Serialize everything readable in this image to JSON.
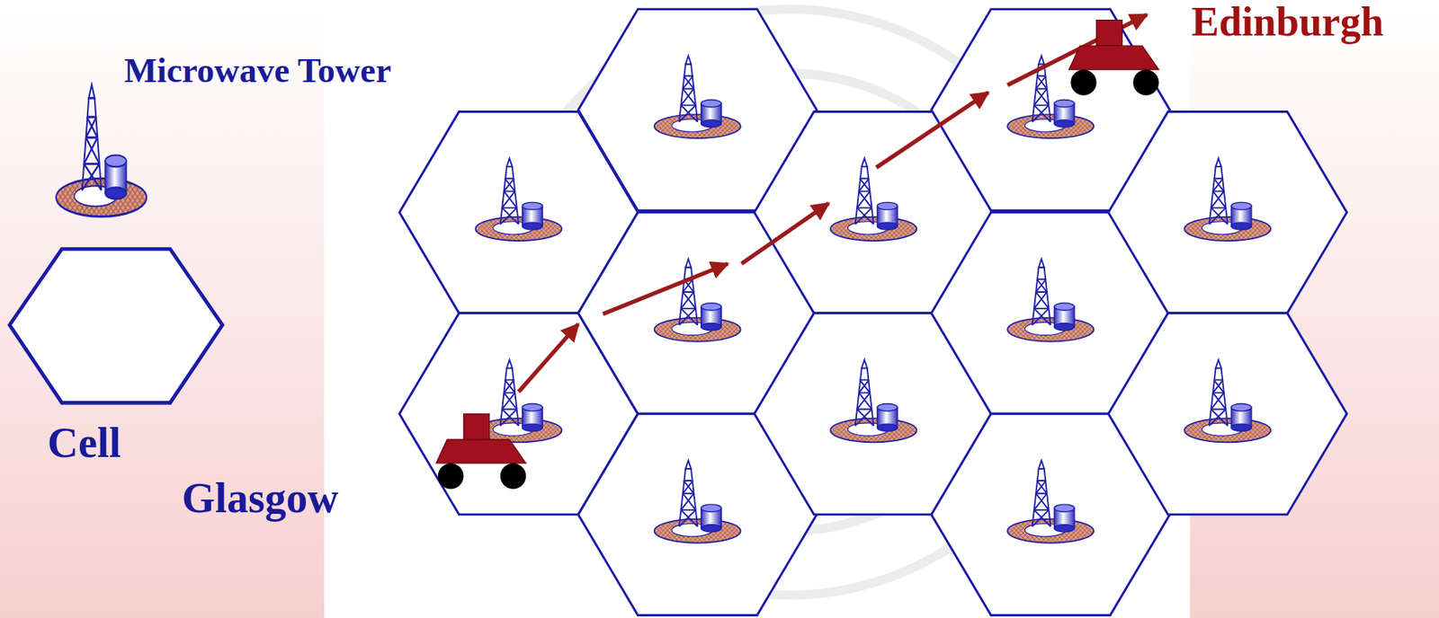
{
  "diagram": {
    "labels": [
      "Glasgow",
      "Edinburgh"
    ],
    "legend": [
      {
        "text": "Microwave Tower"
      },
      {
        "text": "Cell"
      }
    ]
  }
}
